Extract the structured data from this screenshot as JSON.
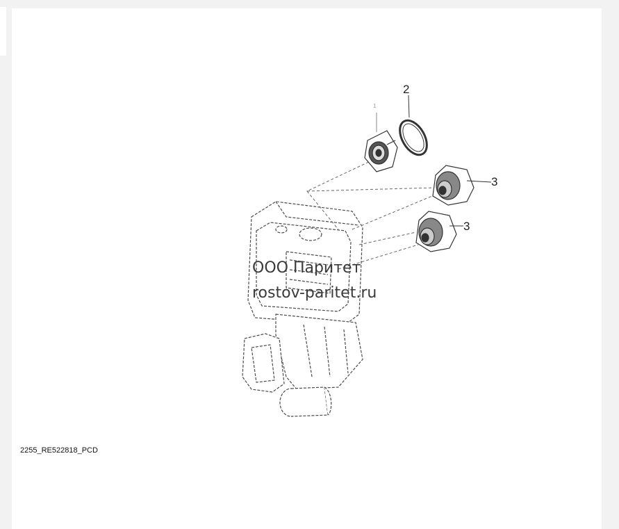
{
  "diagram": {
    "figure_id": "2255_RE522818_PCD",
    "callouts": [
      {
        "label": "1",
        "part": "thermostat"
      },
      {
        "label": "2",
        "part": "o-ring"
      },
      {
        "label": "3",
        "part": "thermostat-upper"
      },
      {
        "label": "3",
        "part": "thermostat-lower"
      }
    ]
  },
  "watermark": {
    "line1": "ООО Паритет",
    "line2": "rostov-paritet.ru"
  }
}
